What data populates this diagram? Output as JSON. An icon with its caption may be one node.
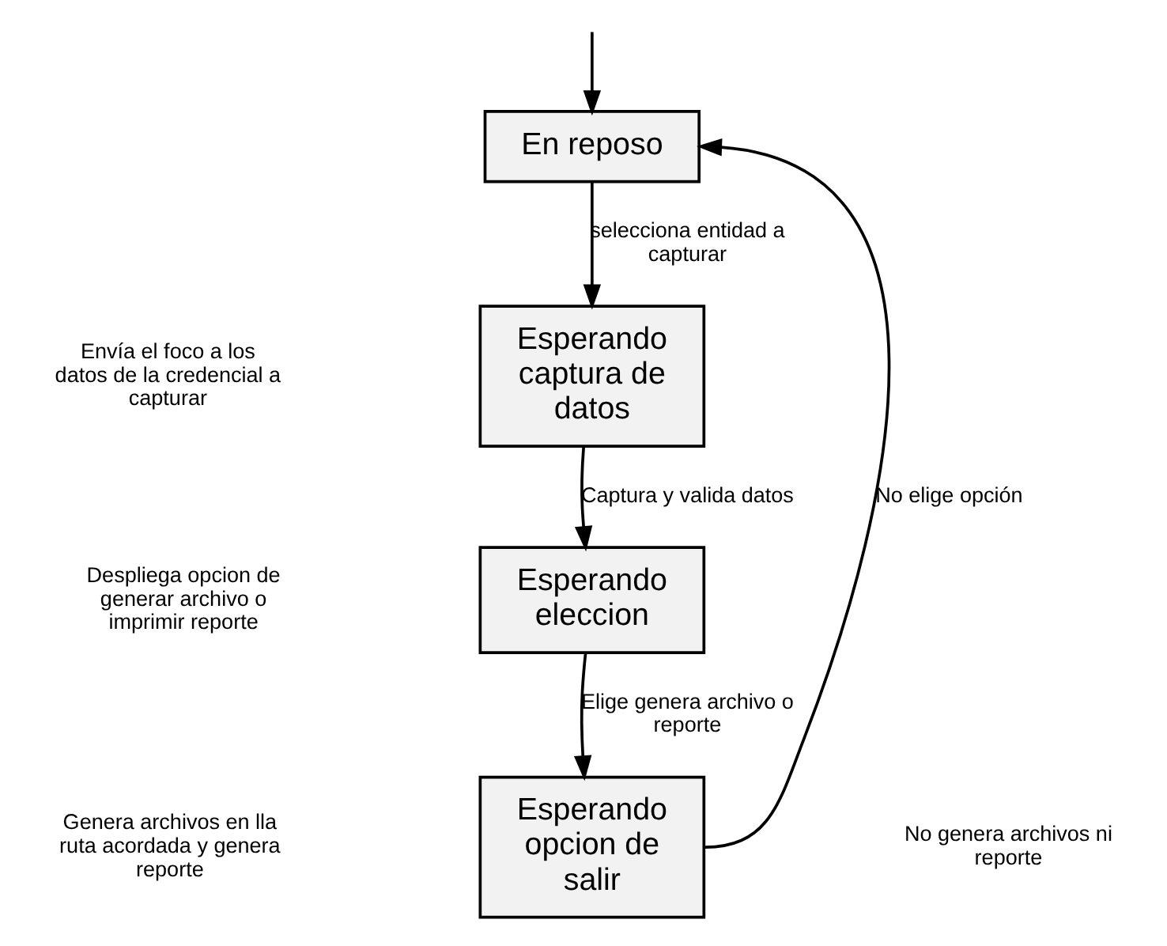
{
  "diagram": {
    "nodes": [
      {
        "text": [
          "En reposo"
        ]
      },
      {
        "text": [
          "Esperando captura de datos"
        ]
      },
      {
        "text": [
          "Esperando eleccion"
        ]
      },
      {
        "text": [
          "Esperando opcion de salir"
        ]
      }
    ],
    "edges": [
      {
        "from": null,
        "to": 0,
        "arrow": "to"
      },
      {
        "from": 0,
        "to": 1,
        "arrow": "to",
        "label": "selecciona entidad a capturar"
      },
      {
        "from": 1,
        "to": 2,
        "arrow": "to",
        "label": "Captura y valida datos"
      },
      {
        "from": 2,
        "to": 3,
        "arrow": "to",
        "label": "Elige genera archivo o reporte"
      },
      {
        "from": 3,
        "to": 0,
        "arrow": "to",
        "label": "No elige opción"
      }
    ],
    "labels": [
      "Envía el foco a los datos de la credencial a capturar",
      "Despliega opcion de generar archivo o imprimir reporte",
      "Genera archivos en lla ruta acordada y genera reporte",
      "No genera archivos ni reporte"
    ]
  }
}
